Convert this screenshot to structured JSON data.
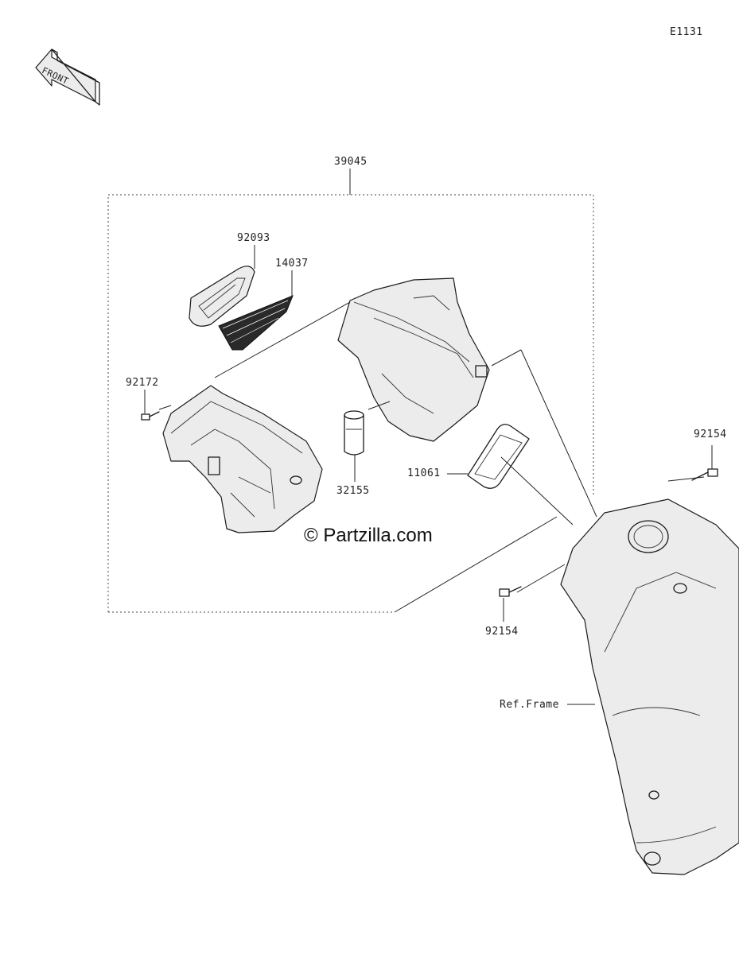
{
  "diagram_code": "E1131",
  "front_arrow_label": "FRONT",
  "watermark": "© Partzilla.com",
  "assembly": {
    "part_number": "39045"
  },
  "parts": {
    "p92093": "92093",
    "p14037": "14037",
    "p92172": "92172",
    "p32155": "32155",
    "p11061": "11061",
    "p92154_top": "92154",
    "p92154_bottom": "92154",
    "ref_frame": "Ref.Frame"
  }
}
